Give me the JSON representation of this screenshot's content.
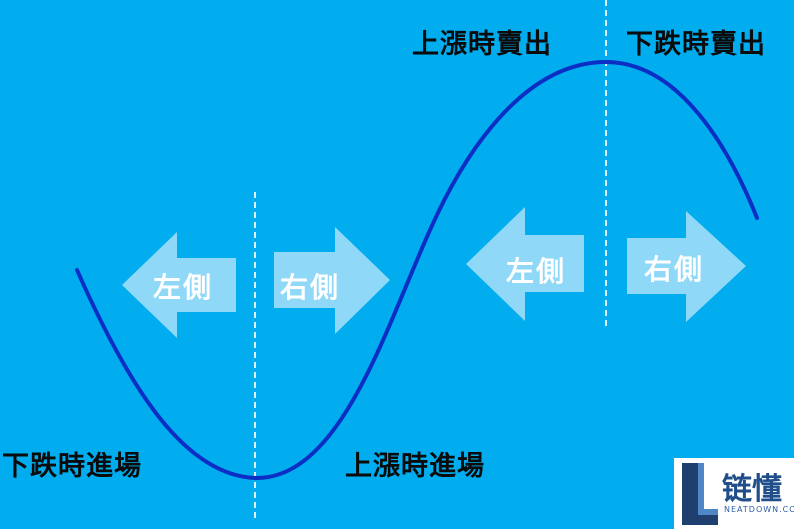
{
  "labels": {
    "top_left": "上漲時賣出",
    "top_right": "下跌時賣出",
    "bottom_left": "下跌時進場",
    "bottom_right": "上漲時進場"
  },
  "arrows": {
    "left_side": "左側",
    "right_side": "右側"
  },
  "logo": {
    "name": "链懂",
    "sub": "NEATDOWN.COM"
  },
  "colors": {
    "background": "#01adef",
    "curve": "#0b2fc4",
    "arrow": "#8fd8f7",
    "arrow_text": "#ffffff"
  }
}
